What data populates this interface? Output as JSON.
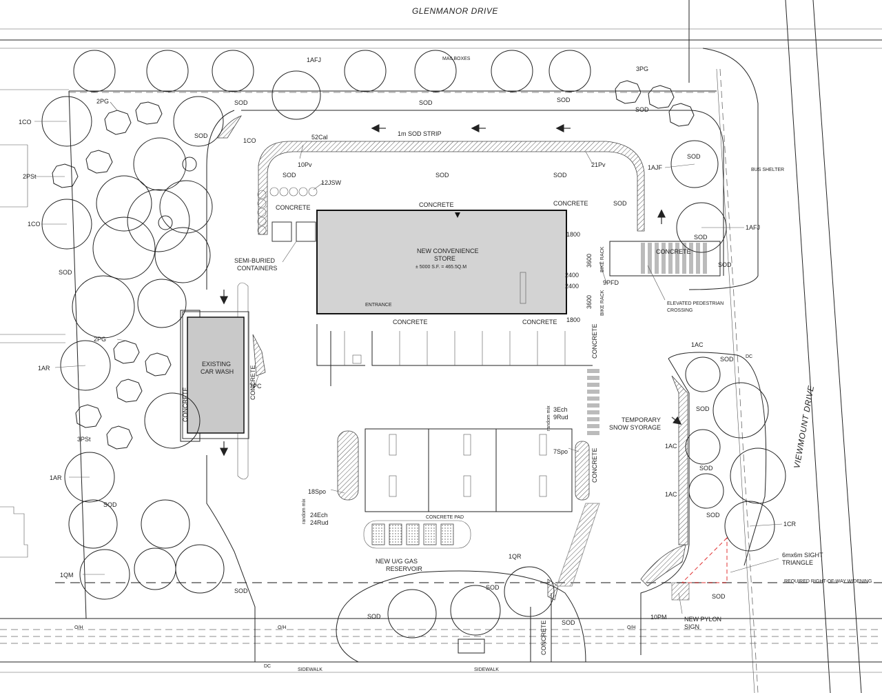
{
  "streets": {
    "north": "GLENMANOR DRIVE",
    "east": "VIEWMOUNT DRIVE"
  },
  "buildings": {
    "store_line1": "NEW CONVENIENCE",
    "store_line2": "STORE",
    "store_line3": "± 5000 S.F. = 465.5Q.M",
    "car_wash_line1": "EXISTING",
    "car_wash_line2": "CAR WASH",
    "entrance": "ENTRANCE"
  },
  "surfaces": {
    "concrete": "CONCRETE",
    "concrete_pad": "CONCRETE PAD",
    "sod": "SOD",
    "sod_strip": "1m SOD STRIP",
    "sidewalk": "SIDEWALK"
  },
  "annotations": {
    "semi_buried_1": "SEMI-BURIED",
    "semi_buried_2": "CONTAINERS",
    "elevated_1": "ELEVATED PEDESTRIAN",
    "elevated_2": "CROSSING",
    "snow_1": "TEMPORARY",
    "snow_2": "SNOW SYORAGE",
    "gas_1": "NEW U/G GAS",
    "gas_2": "RESERVOIR",
    "sight_1": "6mx6m SIGHT",
    "sight_2": "TRIANGLE",
    "pylon_1": "NEW PYLON",
    "pylon_2": "SIGN",
    "row": "REQUIRED RIGHT-OF-WAY WIDENING",
    "bus_shelter": "BUS SHELTER",
    "mailboxes": "MAILBOXES",
    "bike_rack": "BIKE RACK",
    "random_mix": "random mix",
    "dc": "DC",
    "oh": "O/H"
  },
  "plant_tags": {
    "1CO": "1CO",
    "2PG": "2PG",
    "2PSt": "2PSt",
    "1AR": "1AR",
    "3PSt": "3PSt",
    "1QM": "1QM",
    "1AFJ": "1AFJ",
    "3PG": "3PG",
    "1AJF": "1AJF",
    "52Cal": "52Cal",
    "10Pv": "10Pv",
    "21Pv": "21Pv",
    "12JSW": "12JSW",
    "9PFD": "9PFD",
    "7PC": "7PC",
    "1AC": "1AC",
    "1CR": "1CR",
    "1QR": "1QR",
    "10PM": "10PM",
    "18Spo": "18Spo",
    "24Ech": "24Ech",
    "24Rud": "24Rud",
    "3Ech": "3Ech",
    "9Rud": "9Rud",
    "7Spo": "7Spo"
  },
  "dimensions": {
    "d1800": "1800",
    "d3600": "3600",
    "d2400": "2400"
  }
}
